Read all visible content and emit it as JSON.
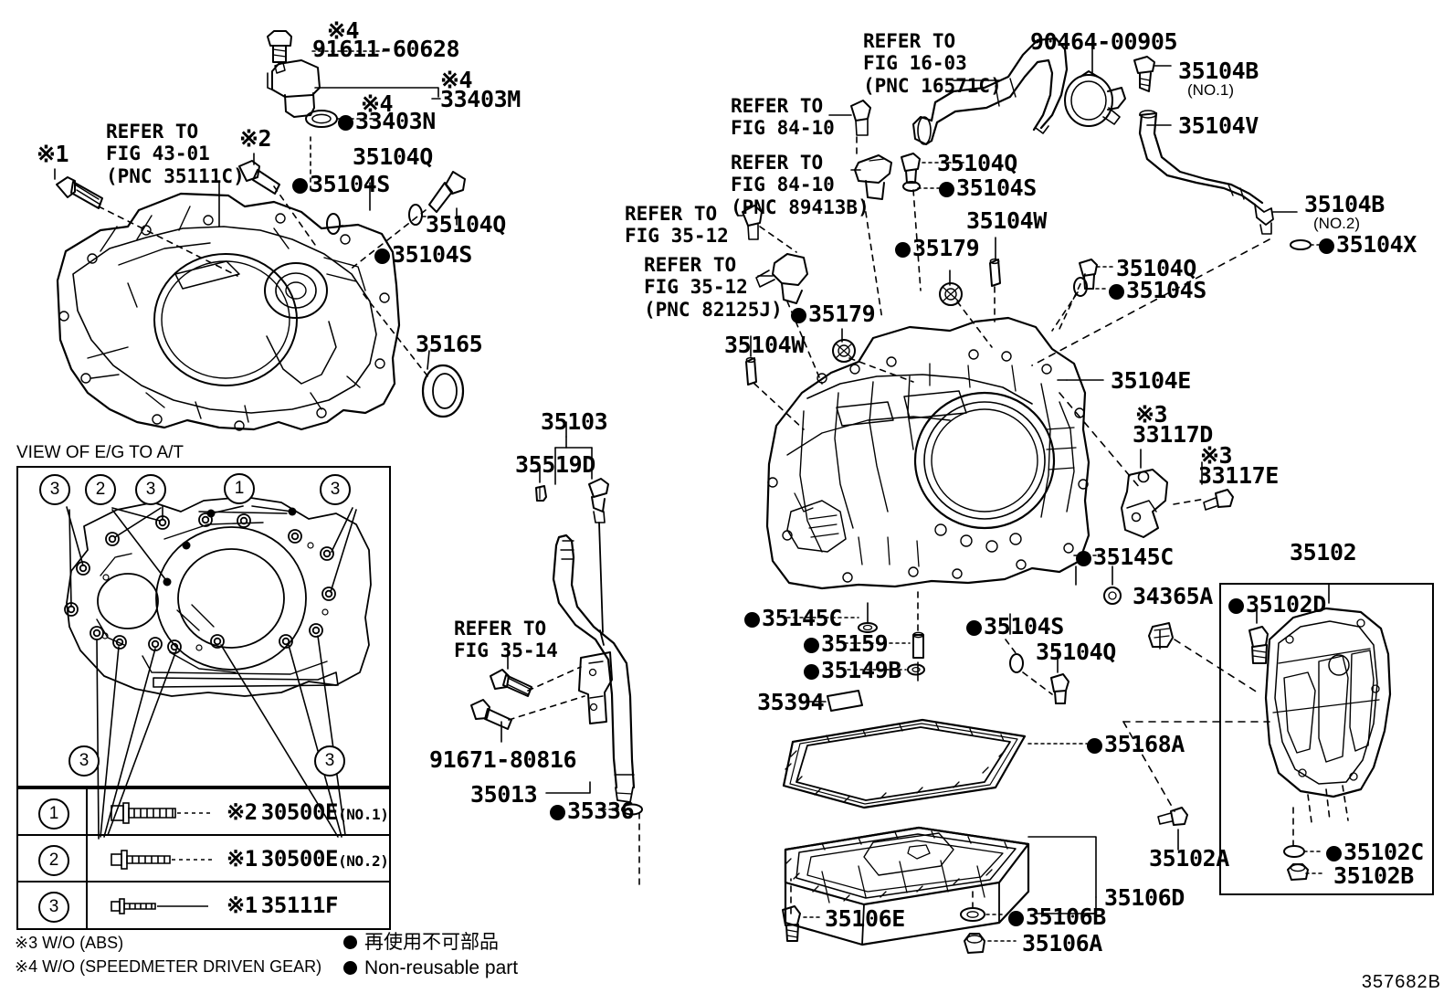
{
  "figure": {
    "id": "357682B",
    "view_caption": "VIEW OF E/G TO A/T"
  },
  "legend": {
    "note_x3": "※3 W/O (ABS)",
    "note_x4": "※4 W/O (SPEEDMETER DRIVEN GEAR)",
    "non_reusable_jp": "再使用不可部品",
    "non_reusable_en": "Non-reusable part"
  },
  "table": {
    "rows": [
      {
        "num": "1",
        "mark": "※2",
        "part": "30500E",
        "suffix": "(NO.1)"
      },
      {
        "num": "2",
        "mark": "※1",
        "part": "30500E",
        "suffix": "(NO.2)"
      },
      {
        "num": "3",
        "mark": "※1",
        "part": "35111F",
        "suffix": ""
      }
    ]
  },
  "callouts": {
    "c01": "※1",
    "c02": "※2",
    "c03": "※4",
    "c04": "91611-60628",
    "c05": "※4",
    "c06": "33403M",
    "c07": "※4",
    "c08": "33403N",
    "c09": "REFER TO\nFIG 43-01\n(PNC 35111C)",
    "c10": "35104Q",
    "c11": "35104S",
    "c12": "35104Q",
    "c13": "35104S",
    "c14": "35165",
    "c15": "35103",
    "c16": "35519D",
    "c17": "REFER TO\nFIG 35-14",
    "c18": "91671-80816",
    "c19": "35013",
    "c20": "35336",
    "c21": "REFER TO\nFIG 84-10",
    "c22": "REFER TO\nFIG 84-10\n(PNC 89413B)",
    "c23": "REFER TO\nFIG 16-03\n(PNC 16571C)",
    "c24": "90464-00905",
    "c25": "35104B",
    "c25b": "(NO.1)",
    "c26": "35104V",
    "c27": "35104B",
    "c27b": "(NO.2)",
    "c28": "35104X",
    "c29": "35104Q",
    "c30": "35104S",
    "c31": "35104W",
    "c32": "35179",
    "c33": "REFER TO\nFIG 35-12",
    "c34": "REFER TO\nFIG 35-12\n(PNC 82125J)",
    "c35": "35179",
    "c36": "35104W",
    "c37": "35104Q",
    "c38": "35104S",
    "c39": "35104E",
    "c40": "※3",
    "c41": "33117D",
    "c42": "※3",
    "c43": "33117E",
    "c44": "35145C",
    "c45": "34365A",
    "c46": "35102",
    "c47": "35102D",
    "c48": "35145C",
    "c49": "35159",
    "c50": "35149B",
    "c51": "35394",
    "c52": "35104S",
    "c53": "35104Q",
    "c54": "35168A",
    "c55": "35102A",
    "c56": "35102C",
    "c57": "35102B",
    "c58": "35106D",
    "c59": "35106E",
    "c60": "35106B",
    "c61": "35106A"
  }
}
